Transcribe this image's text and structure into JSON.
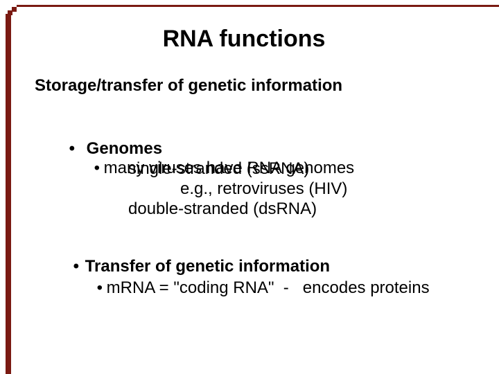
{
  "slide": {
    "title": "RNA functions",
    "bullet_char": "•",
    "colors": {
      "background": "#ffffff",
      "text": "#000000",
      "border_accent": "#7a1a12"
    },
    "content": {
      "heading": "Storage/transfer of genetic information",
      "sections": [
        {
          "label": "Genomes",
          "items": [
            "many viruses have RNA genomes",
            "single-stranded (ssRNA)",
            "e.g., retroviruses (HIV)",
            "double-stranded (dsRNA)"
          ]
        },
        {
          "label": "Transfer of genetic information",
          "items": [
            "mRNA = \"coding RNA\"  -   encodes proteins"
          ]
        }
      ]
    }
  }
}
